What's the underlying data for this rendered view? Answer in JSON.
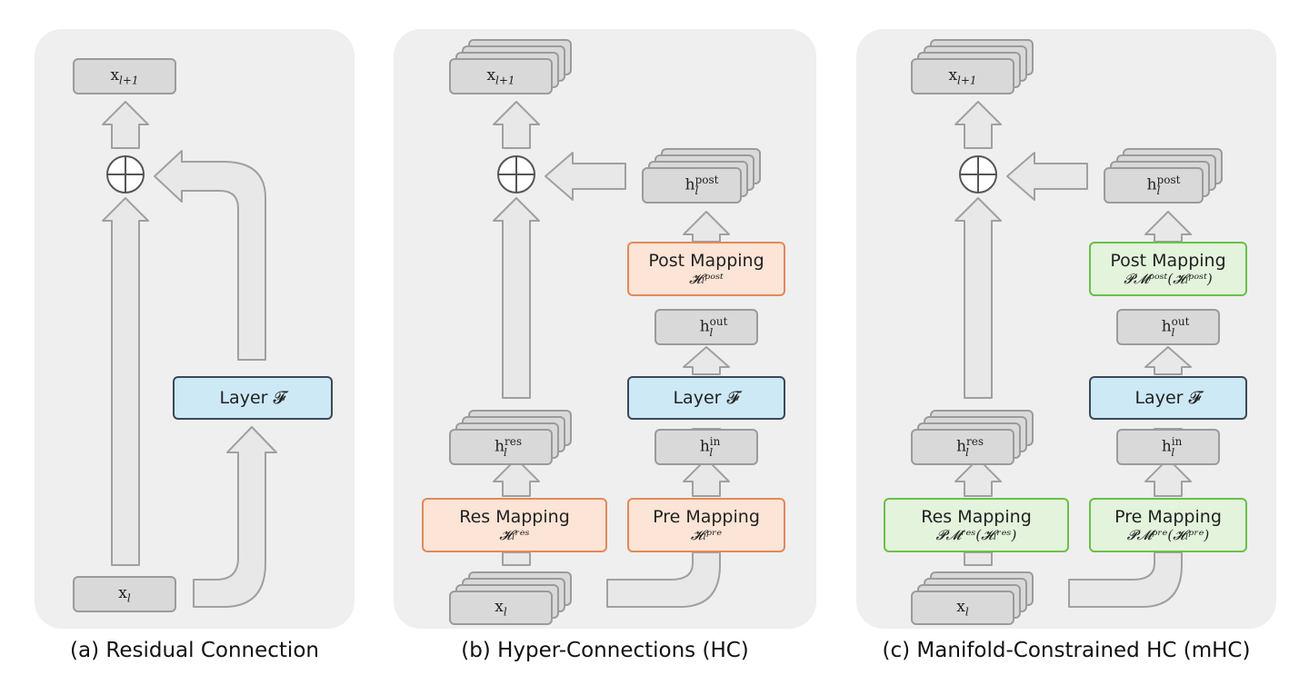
{
  "panels": [
    {
      "caption": "(a) Residual Connection",
      "x_out": "x",
      "x_out_sub": "l+1",
      "x_in": "x",
      "x_in_sub": "l",
      "layer": "Layer 𝓕"
    },
    {
      "caption": "(b) Hyper-Connections (HC)",
      "x_out": "x",
      "x_out_sub": "l+1",
      "x_in": "x",
      "x_in_sub": "l",
      "h_post": "h",
      "h_post_sup": "post",
      "h_out": "h",
      "h_out_sup": "out",
      "h_in": "h",
      "h_in_sup": "in",
      "h_res": "h",
      "h_res_sup": "res",
      "sub_l": "l",
      "layer": "Layer 𝓕",
      "post_mapping": "Post Mapping",
      "post_formula": "𝓗ₗᵖᵒˢᵗ",
      "pre_mapping": "Pre Mapping",
      "pre_formula": "𝓗ₗᵖʳᵉ",
      "res_mapping": "Res Mapping",
      "res_formula": "𝓗ₗʳᵉˢ"
    },
    {
      "caption": "(c) Manifold-Constrained HC (mHC)",
      "x_out": "x",
      "x_out_sub": "l+1",
      "x_in": "x",
      "x_in_sub": "l",
      "h_post": "h",
      "h_post_sup": "post",
      "h_out": "h",
      "h_out_sup": "out",
      "h_in": "h",
      "h_in_sup": "in",
      "h_res": "h",
      "h_res_sup": "res",
      "sub_l": "l",
      "layer": "Layer 𝓕",
      "post_mapping": "Post Mapping",
      "post_formula": "𝓟𝓜ᵖᵒˢᵗ(𝓗ₗᵖᵒˢᵗ)",
      "pre_mapping": "Pre Mapping",
      "pre_formula": "𝓟𝓜ᵖʳᵉ(𝓗ₗᵖʳᵉ)",
      "res_mapping": "Res Mapping",
      "res_formula": "𝓟𝓜ʳᵉˢ(𝓗ₗʳᵉˢ)"
    }
  ],
  "colors": {
    "panel_bg": "#efefef",
    "node_gray": "#d9d9d9",
    "node_gray_border": "#9b9b9b",
    "arrow_fill": "#e8e8e8",
    "arrow_stroke": "#a0a0a0",
    "blue_fill": "#cde9f5",
    "orange_fill": "#fce4d6",
    "orange_border": "#e08a5a",
    "green_fill": "#e3f3dc",
    "green_border": "#6bbf4a"
  }
}
